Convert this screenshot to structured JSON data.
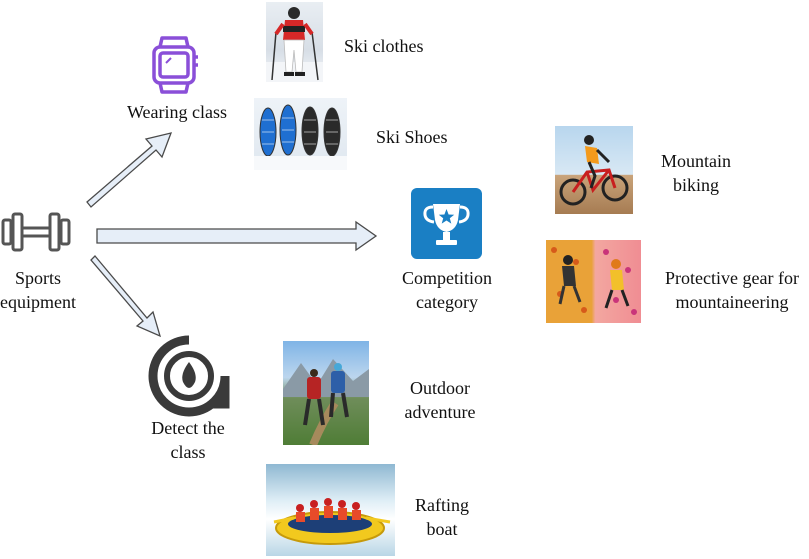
{
  "root": {
    "line1": "Sports",
    "line2": "equipment"
  },
  "categories": {
    "wearing": {
      "label": "Wearing class"
    },
    "competition": {
      "line1": "Competition",
      "line2": "category"
    },
    "detect": {
      "line1": "Detect the",
      "line2": "class"
    }
  },
  "items": {
    "ski_clothes": "Ski clothes",
    "ski_shoes": "Ski Shoes",
    "mountain_biking": {
      "line1": "Mountain",
      "line2": "biking"
    },
    "protective_gear": {
      "line1": "Protective gear for",
      "line2": "mountaineering"
    },
    "outdoor_adventure": {
      "line1": "Outdoor",
      "line2": "adventure"
    },
    "rafting_boat": {
      "line1": "Rafting",
      "line2": "boat"
    }
  },
  "icons": {
    "root": "dumbbell-icon",
    "wearing": "smartwatch-icon",
    "competition": "trophy-icon",
    "detect": "detection-dial-icon"
  },
  "colors": {
    "arrow_fill": "#e6eef8",
    "arrow_stroke": "#4a4a4a",
    "watch": "#8a4fd8",
    "trophy_bg": "#1a7fc4",
    "dumbbell": "#555555",
    "detect_icon": "#3a3a3a"
  }
}
